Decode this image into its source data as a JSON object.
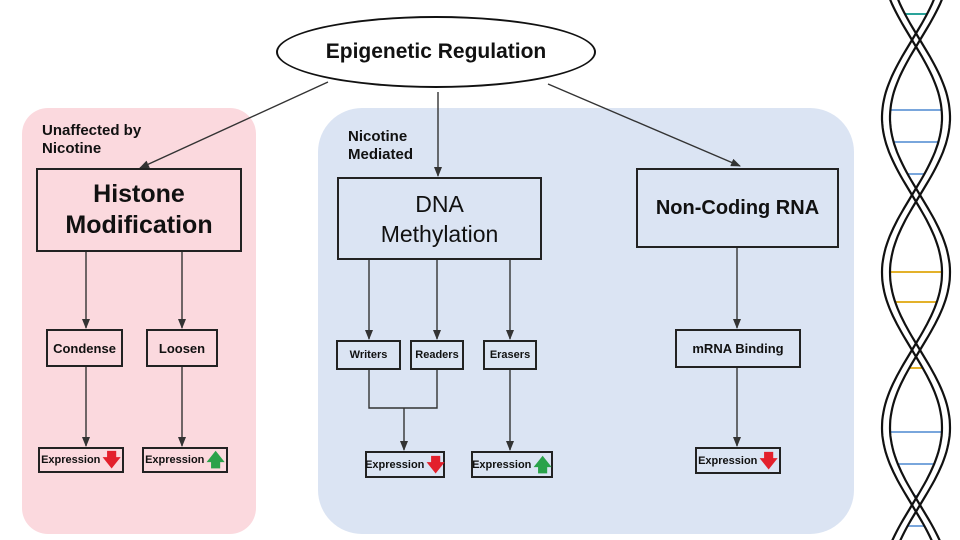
{
  "title": "Epigenetic Regulation",
  "groups": {
    "histone": "Unaffected by Nicotine",
    "nicotine": "Nicotine Mediated"
  },
  "nodes": {
    "histone": "Histone Modification",
    "dna": "DNA Methylation",
    "ncrna": "Non-Coding RNA",
    "condense": "Condense",
    "loosen": "Loosen",
    "writers": "Writers",
    "readers": "Readers",
    "erasers": "Erasers",
    "mrna": "mRNA Binding"
  },
  "expression": {
    "label": "Expression",
    "condense": "down",
    "loosen": "up",
    "writers_readers": "down",
    "erasers": "up",
    "mrna": "down"
  },
  "colors": {
    "pink_panel": "#fbd9de",
    "blue_panel": "#dbe4f3",
    "down_arrow": "#e3202c",
    "up_arrow": "#2aa24a",
    "dna_teal": "#2aa39a",
    "dna_blue": "#79a6dc",
    "dna_gold": "#e3b12a"
  }
}
